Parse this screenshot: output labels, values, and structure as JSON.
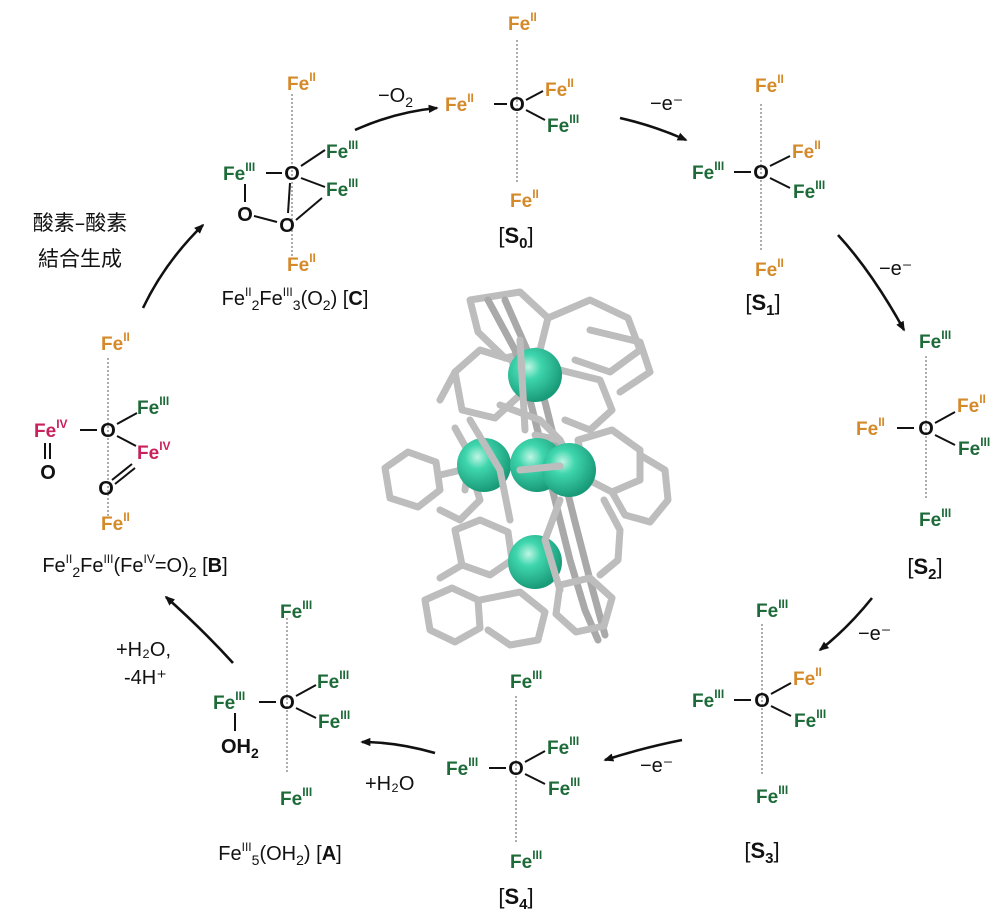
{
  "oxidation_labels": {
    "fe2": "Fe",
    "fe2_sup": "II",
    "fe3": "Fe",
    "fe3_sup": "III",
    "fe4": "Fe",
    "fe4_sup": "IV"
  },
  "colors": {
    "fe2": "#d58a2a",
    "fe3": "#1e6b3a",
    "fe4": "#c8215d",
    "bond": "#111111",
    "cluster_atom": "#2fc9a0"
  },
  "states": {
    "S0": {
      "bracket_open": "[",
      "name": "S",
      "sub": "0",
      "bracket_close": "]"
    },
    "S1": {
      "bracket_open": "[",
      "name": "S",
      "sub": "1",
      "bracket_close": "]"
    },
    "S2": {
      "bracket_open": "[",
      "name": "S",
      "sub": "2",
      "bracket_close": "]"
    },
    "S3": {
      "bracket_open": "[",
      "name": "S",
      "sub": "3",
      "bracket_close": "]"
    },
    "S4": {
      "bracket_open": "[",
      "name": "S",
      "sub": "4",
      "bracket_close": "]"
    }
  },
  "formulas": {
    "A": {
      "p1": "Fe",
      "p1_sup": "III",
      "p1_sub": "5",
      "p2": "(OH",
      "p2_sub": "2",
      "p3": ") [",
      "bold": "A",
      "p4": "]"
    },
    "B": {
      "p1": "Fe",
      "p1_sup": "II",
      "p1_sub": "2",
      "p2": "Fe",
      "p2_sup": "III",
      "p3": "(Fe",
      "p3_sup": "IV",
      "p4": "=O)",
      "p4_sub": "2",
      "p5": " [",
      "bold": "B",
      "p6": "]"
    },
    "C": {
      "p1": "Fe",
      "p1_sup": "II",
      "p1_sub": "2",
      "p2": "Fe",
      "p2_sup": "III",
      "p2_sub": "3",
      "p3": "(O",
      "p3_sub": "2",
      "p4": ") [",
      "bold": "C",
      "p5": "]"
    }
  },
  "ligands": {
    "o": "O",
    "oh2": "OH",
    "oh2_sub": "2"
  },
  "arrow_labels": {
    "o2_release": {
      "p1": "−O",
      "sub": "2"
    },
    "oxidation": "−e⁻",
    "s4_to_a": "+H₂O",
    "a_to_b_line1": "+H₂O,",
    "a_to_b_line2": "-4H⁺",
    "b_to_c_line1": "酸素–酸素",
    "b_to_c_line2": "結合生成"
  }
}
